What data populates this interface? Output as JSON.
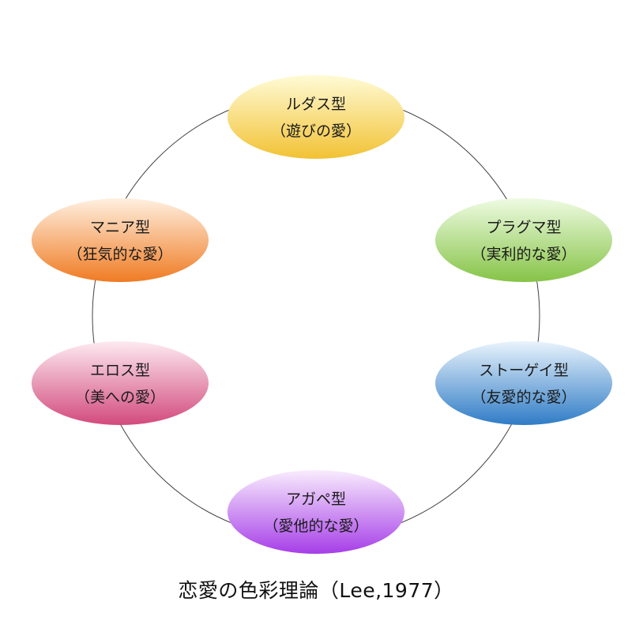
{
  "caption": "恋愛の色彩理論（Lee,1977）",
  "nodes": [
    {
      "key": "ludus",
      "title": "ルダス型",
      "subtitle": "（遊びの愛）",
      "color_top": "#fffbd6",
      "color_bottom": "#f2c234"
    },
    {
      "key": "pragma",
      "title": "プラグマ型",
      "subtitle": "（実利的な愛）",
      "color_top": "#eefbe2",
      "color_bottom": "#86c447"
    },
    {
      "key": "storge",
      "title": "ストーゲイ型",
      "subtitle": "（友愛的な愛）",
      "color_top": "#e9f3fc",
      "color_bottom": "#2f7cc6"
    },
    {
      "key": "agape",
      "title": "アガペ型",
      "subtitle": "（愛他的な愛）",
      "color_top": "#f9ecfd",
      "color_bottom": "#a63ee8"
    },
    {
      "key": "eros",
      "title": "エロス型",
      "subtitle": "（美への愛）",
      "color_top": "#fdeaf1",
      "color_bottom": "#d24a7c"
    },
    {
      "key": "mania",
      "title": "マニア型",
      "subtitle": "（狂気的な愛）",
      "color_top": "#fff0e0",
      "color_bottom": "#ef7b23"
    }
  ]
}
